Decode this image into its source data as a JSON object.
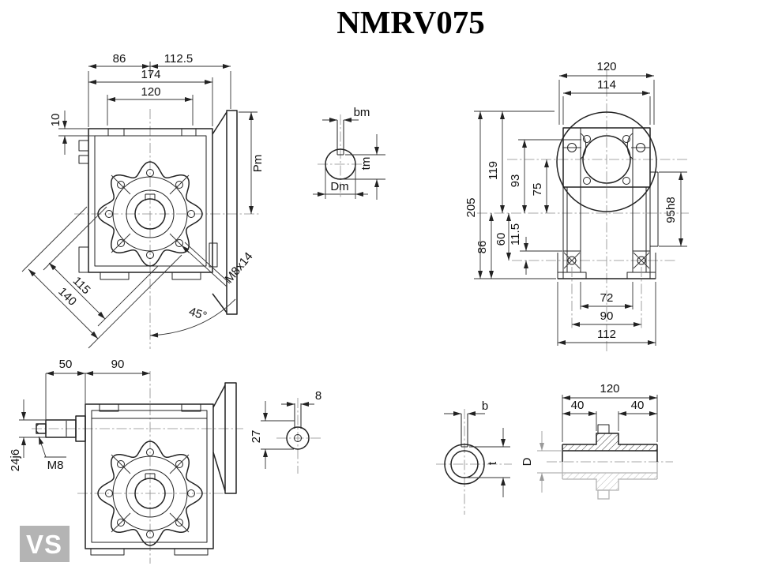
{
  "title": "NMRV075",
  "logo": "VS",
  "colors": {
    "line": "#222222",
    "phantom": "#b2b2b2",
    "logo_bg": "#b4b4b4"
  },
  "front_view": {
    "dims": {
      "d86": "86",
      "d112_5": "112.5",
      "d174": "174",
      "d120": "120",
      "d10": "10",
      "pm": "Pm",
      "d115": "115",
      "d140": "140",
      "angle45": "45°",
      "m8x14": "M8x14"
    }
  },
  "motor_bore_detail": {
    "dims": {
      "bm": "bm",
      "tm": "tm",
      "dm": "Dm"
    }
  },
  "side_view": {
    "dims": {
      "d120": "120",
      "d114": "114",
      "d205": "205",
      "d119": "119",
      "d93": "93",
      "d75": "75",
      "d86": "86",
      "d60": "60",
      "d11_5": "11.5",
      "d95h8": "95h8",
      "d72": "72",
      "d90": "90",
      "d112": "112"
    }
  },
  "input_view": {
    "dims": {
      "d50": "50",
      "d90": "90",
      "d24j6": "24j6",
      "m8": "M8"
    }
  },
  "input_shaft_detail": {
    "dims": {
      "d8": "8",
      "d27": "27"
    }
  },
  "output_bore_detail": {
    "dims": {
      "b": "b",
      "t": "t"
    }
  },
  "hollow_shaft_view": {
    "dims": {
      "d120": "120",
      "d40l": "40",
      "d40r": "40",
      "dD": "D"
    }
  }
}
